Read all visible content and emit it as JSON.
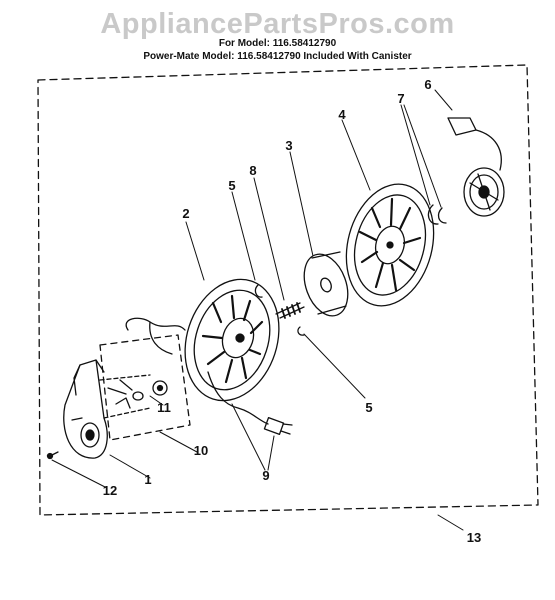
{
  "watermark": "AppliancePartsPros.com",
  "header": {
    "line1": "For Model: 116.58412790",
    "line2": "Power-Mate Model: 116.58412790  Included With Canister"
  },
  "callouts": {
    "c1": "1",
    "c2": "2",
    "c3": "3",
    "c4": "4",
    "c5a": "5",
    "c5b": "5",
    "c6": "6",
    "c7": "7",
    "c8": "8",
    "c9": "9",
    "c10": "10",
    "c11": "11",
    "c12": "12",
    "c13": "13"
  }
}
